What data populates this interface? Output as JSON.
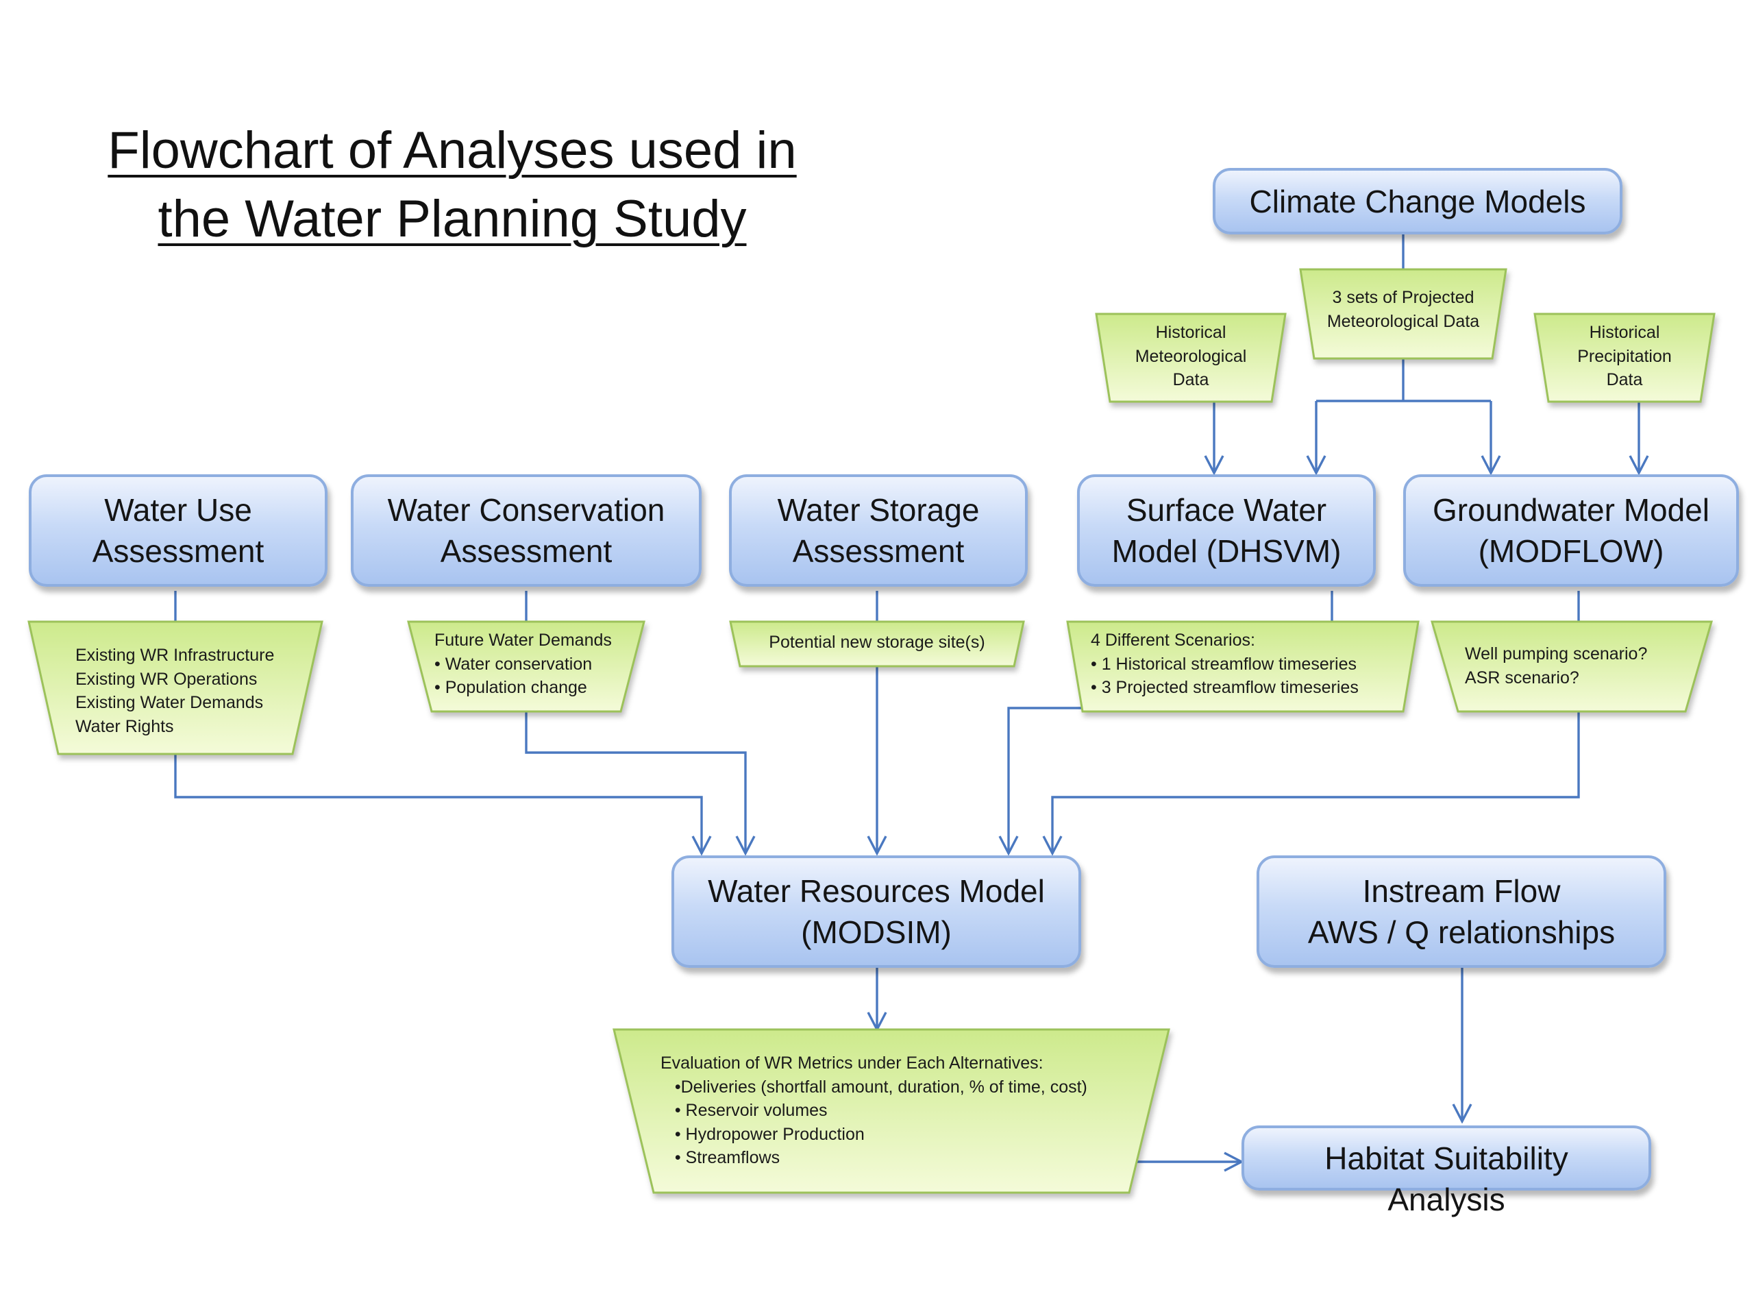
{
  "title": {
    "line1": "Flowchart of Analyses used in",
    "line2": "the Water Planning Study"
  },
  "colors": {
    "box_fill_top": "#eef3fd",
    "box_fill_bottom": "#a9c4f0",
    "box_border": "#8eaee0",
    "trapezoid_fill_top": "#f4fbd9",
    "trapezoid_fill_bottom": "#cdea8c",
    "trapezoid_border": "#9cc25a",
    "arrow": "#4a78c0"
  },
  "boxes": {
    "climate_change_models": {
      "lines": [
        "Climate Change Models"
      ]
    },
    "water_use_assessment": {
      "lines": [
        "Water Use",
        "Assessment"
      ]
    },
    "water_conservation_assessment": {
      "lines": [
        "Water Conservation",
        "Assessment"
      ]
    },
    "water_storage_assessment": {
      "lines": [
        "Water Storage",
        "Assessment"
      ]
    },
    "surface_water_model": {
      "lines": [
        "Surface Water",
        "Model (DHSVM)"
      ]
    },
    "groundwater_model": {
      "lines": [
        "Groundwater Model",
        "(MODFLOW)"
      ]
    },
    "water_resources_model": {
      "lines": [
        "Water Resources Model",
        "(MODSIM)"
      ]
    },
    "instream_flow": {
      "lines": [
        "Instream Flow",
        "AWS / Q relationships"
      ]
    },
    "habitat_suitability": {
      "lines": [
        "Habitat Suitability",
        "Analysis"
      ]
    }
  },
  "trapezoids": {
    "projected_met_data": {
      "lines": [
        "3 sets of  Projected",
        "Meteorological Data"
      ]
    },
    "historical_met_data": {
      "lines": [
        "Historical",
        "Meteorological",
        "Data"
      ]
    },
    "historical_precip_data": {
      "lines": [
        "Historical",
        "Precipitation",
        "Data"
      ]
    },
    "water_use_outputs": {
      "lines": [
        "Existing WR Infrastructure",
        "Existing WR Operations",
        "Existing Water Demands",
        "Water Rights"
      ]
    },
    "water_conservation_outputs": {
      "lines": [
        "Future Water Demands",
        "•  Water conservation",
        "•  Population change"
      ]
    },
    "water_storage_outputs": {
      "lines": [
        "Potential new storage site(s)"
      ]
    },
    "surface_water_outputs": {
      "lines": [
        "4 Different Scenarios:",
        "• 1 Historical streamflow timeseries",
        "• 3 Projected streamflow timeseries"
      ]
    },
    "groundwater_outputs": {
      "lines": [
        "Well pumping scenario?",
        "ASR scenario?"
      ]
    },
    "wr_metrics_evaluation": {
      "lines": [
        "Evaluation of  WR Metrics under Each Alternatives:",
        "   •Deliveries (shortfall amount, duration, % of time, cost)",
        "   • Reservoir volumes",
        "   • Hydropower Production",
        "   • Streamflows"
      ]
    }
  }
}
